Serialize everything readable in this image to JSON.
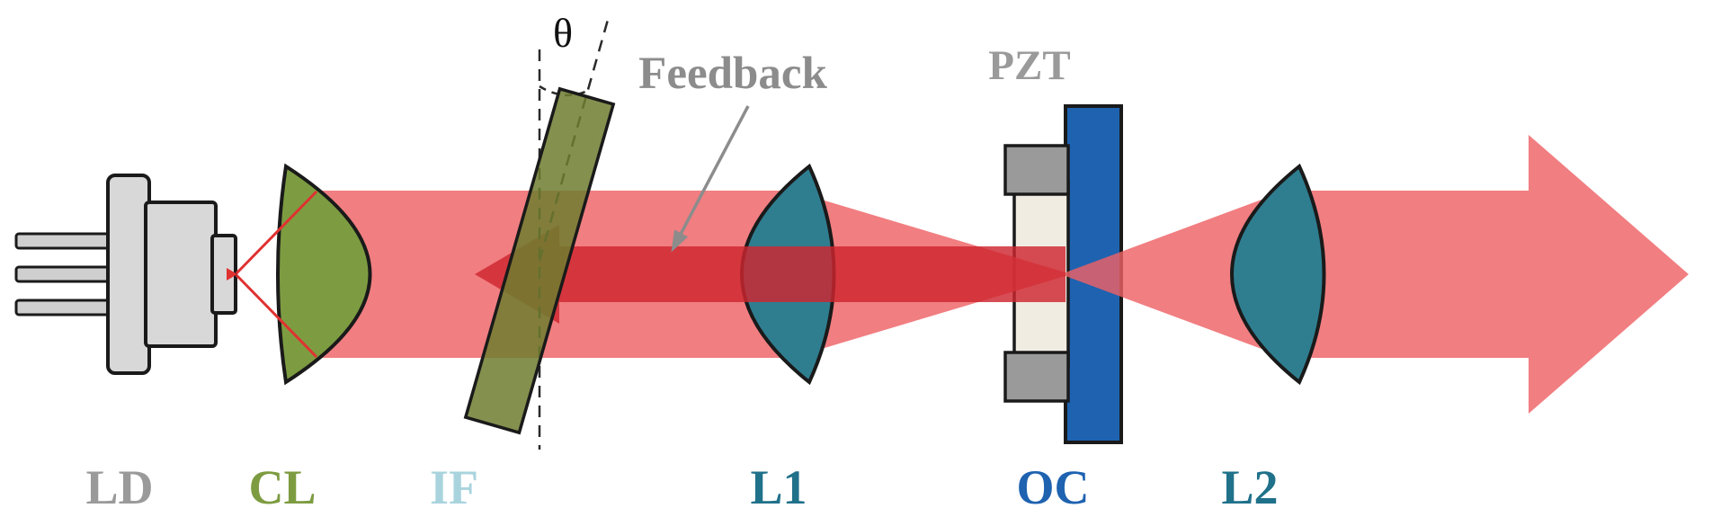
{
  "labels": {
    "ld": "LD",
    "cl": "CL",
    "if": "IF",
    "l1": "L1",
    "oc": "OC",
    "l2": "L2",
    "pzt": "PZT",
    "feedback": "Feedback",
    "theta": "θ"
  },
  "colors": {
    "beam": "#ee6165",
    "feedback_beam": "#ce2630",
    "ray_red": "#e03131",
    "collimating_lens_green": "#7d9c41",
    "lens_teal": "#2f7e90",
    "filter_olive": "#6f7d2f",
    "oc_blue": "#1e62b0",
    "pzt_gray": "#9a9a9a",
    "spacer_cream": "#f0ece1",
    "ld_body_gray": "#d8d8d8",
    "ld_pin_gray": "#cfcfcf",
    "label_gray": "#9a9a9a",
    "label_if_cyan": "#a9d4de",
    "label_lens_teal": "#20718a",
    "annotation_gray": "#8c8c8c",
    "theta_black": "#111111"
  }
}
